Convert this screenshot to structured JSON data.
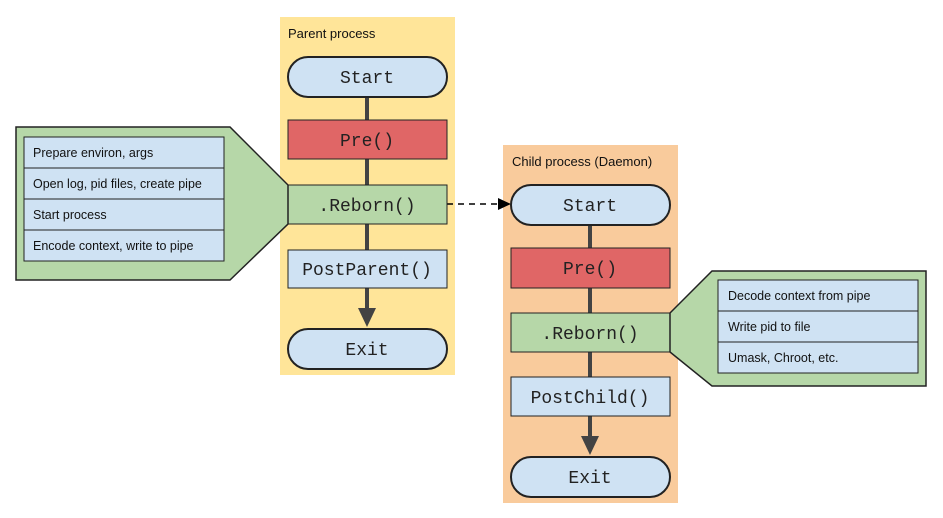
{
  "colors": {
    "parent_lane": "#ffe599",
    "child_lane": "#f9cb9c",
    "terminal": "#cfe2f3",
    "pre": "#e06666",
    "reborn": "#b6d7a8",
    "post": "#cfe2f3",
    "note_bg": "#b6d7a8",
    "note_item": "#cfe2f3",
    "stroke": "#222222",
    "arrow": "#434343"
  },
  "parent": {
    "title": "Parent process",
    "start": "Start",
    "pre": "Pre()",
    "reborn": ".Reborn()",
    "post": "PostParent()",
    "exit": "Exit",
    "notes": [
      "Prepare environ, args",
      "Open log, pid files, create pipe",
      "Start process",
      "Encode context, write to pipe"
    ]
  },
  "child": {
    "title": "Child process (Daemon)",
    "start": "Start",
    "pre": "Pre()",
    "reborn": ".Reborn()",
    "post": "PostChild()",
    "exit": "Exit",
    "notes": [
      "Decode context from pipe",
      "Write pid to file",
      "Umask, Chroot, etc."
    ]
  }
}
